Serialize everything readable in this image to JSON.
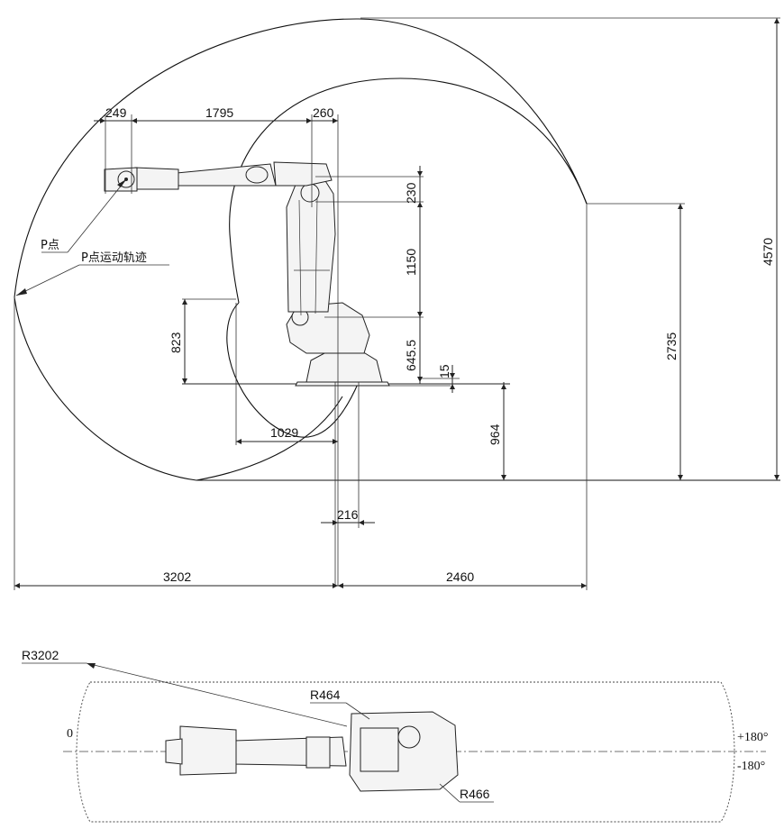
{
  "side_view": {
    "labels": {
      "p_point": "P点",
      "p_trajectory": "P点运动轨迹"
    },
    "dimensions": {
      "wrist_offset": "249",
      "forearm_length": "1795",
      "top_offset": "260",
      "upper_arm_top": "230",
      "upper_arm_length": "1150",
      "base_height": "645.5",
      "base_flange": "15",
      "total_height": "4570",
      "max_height_reach": "2735",
      "left_height": "823",
      "inner_radius_reach": "1029",
      "lower_reach": "964",
      "axis_offset": "216",
      "max_reach_rear": "3202",
      "max_reach_front": "2460"
    }
  },
  "top_view": {
    "labels": {
      "outer_radius": "R3202",
      "inner_radius_1": "R464",
      "inner_radius_2": "R466",
      "angle_zero": "0",
      "angle_plus": "+180°",
      "angle_minus": "-180°"
    }
  }
}
